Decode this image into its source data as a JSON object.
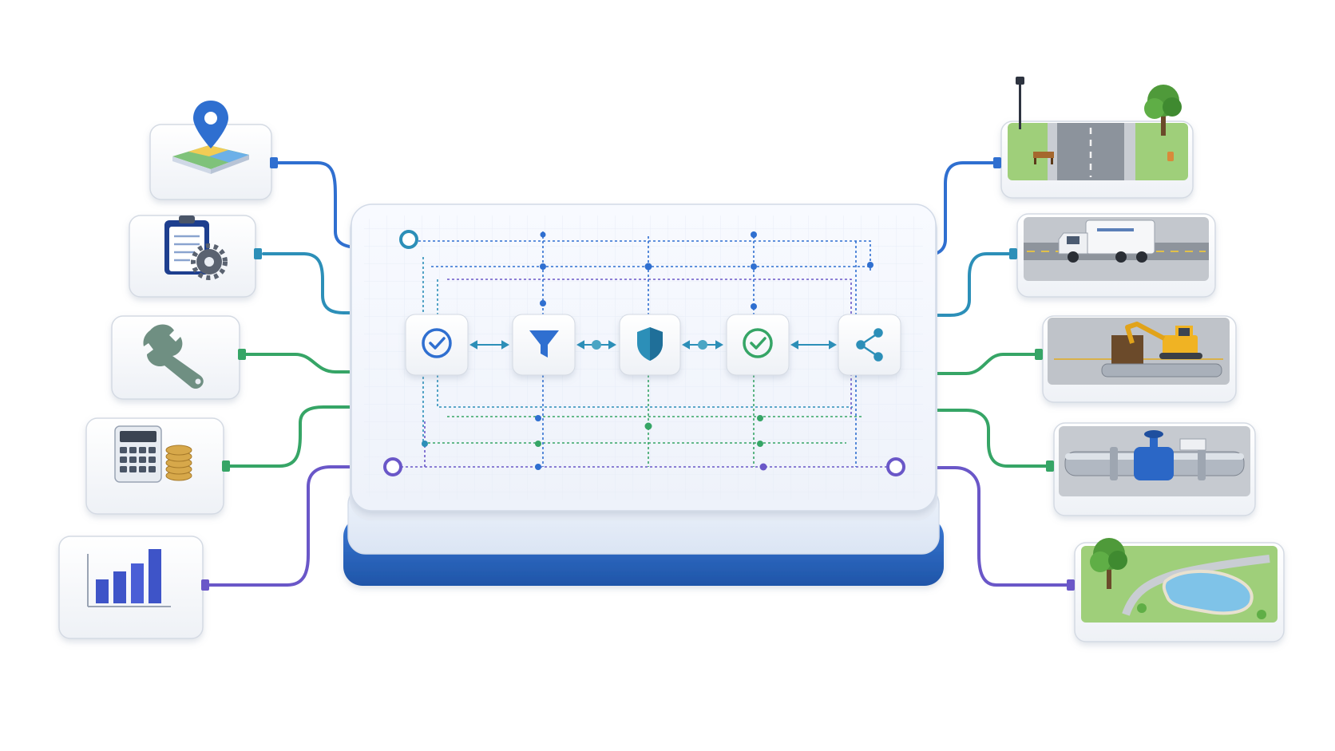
{
  "colors": {
    "blue": "#2f6fd0",
    "teal": "#2c8fb8",
    "green": "#36a566",
    "purple": "#6a57c8",
    "deep_blue": "#2757b0",
    "card_border": "#d4dae3",
    "hub_top": "#f4f7fc"
  },
  "left_sources": [
    {
      "icon": "map-pin-icon",
      "color": "blue"
    },
    {
      "icon": "clipboard-gear-icon",
      "color": "teal"
    },
    {
      "icon": "wrench-icon",
      "color": "green"
    },
    {
      "icon": "calculator-coins-icon",
      "color": "green"
    },
    {
      "icon": "bar-chart-icon",
      "color": "purple"
    }
  ],
  "pipeline_steps": [
    {
      "icon": "check-circle-icon",
      "color": "blue"
    },
    {
      "icon": "funnel-icon",
      "color": "blue"
    },
    {
      "icon": "shield-icon",
      "color": "teal"
    },
    {
      "icon": "check-circle-icon",
      "color": "green"
    },
    {
      "icon": "share-nodes-icon",
      "color": "teal"
    }
  ],
  "right_assets": [
    {
      "icon": "street-tile-icon",
      "color": "blue"
    },
    {
      "icon": "service-truck-tile-icon",
      "color": "teal"
    },
    {
      "icon": "excavator-tile-icon",
      "color": "green"
    },
    {
      "icon": "pipeline-valve-tile-icon",
      "color": "green"
    },
    {
      "icon": "park-pond-tile-icon",
      "color": "purple"
    }
  ]
}
